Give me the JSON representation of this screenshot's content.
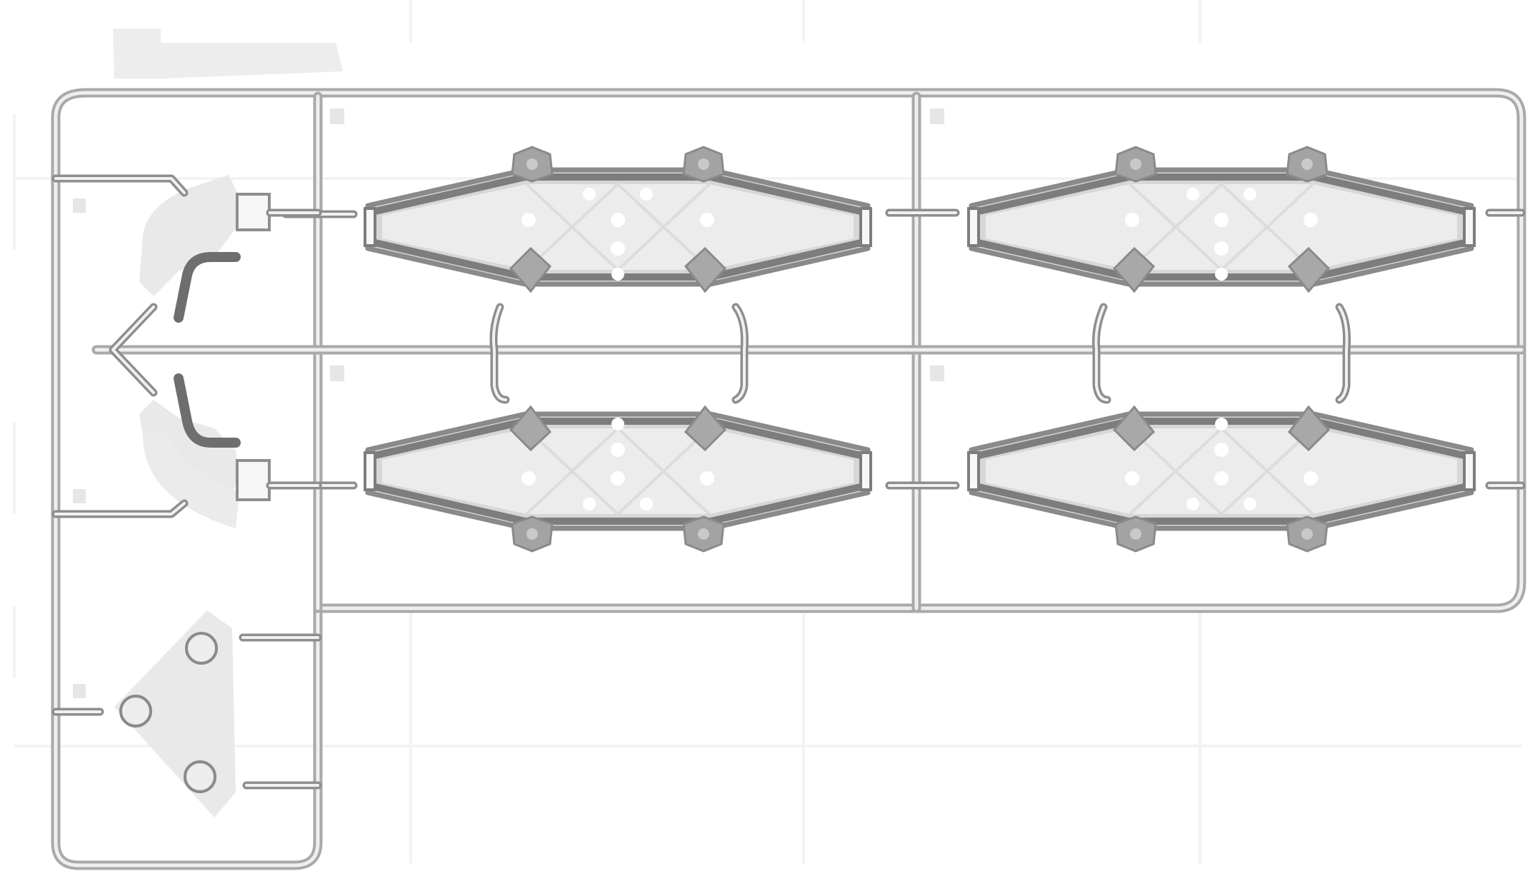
{
  "figure": {
    "kind": "plastic model kit sprue frame",
    "frame_color": "#a9a9a9",
    "part_fill_color": "#e8e8e8",
    "part_shadow_color": "#9a9a9a",
    "grid_color": "#f3f3f3",
    "cells": [
      {
        "name": "sprue-cell-top-left",
        "part": "wing-panel"
      },
      {
        "name": "sprue-cell-top-right",
        "part": "wing-panel"
      },
      {
        "name": "sprue-cell-bottom-left",
        "part": "wing-panel"
      },
      {
        "name": "sprue-cell-bottom-right",
        "part": "wing-panel"
      }
    ],
    "side_parts": [
      "bracket-part-upper",
      "bracket-part-lower",
      "triangular-plate-part"
    ]
  }
}
